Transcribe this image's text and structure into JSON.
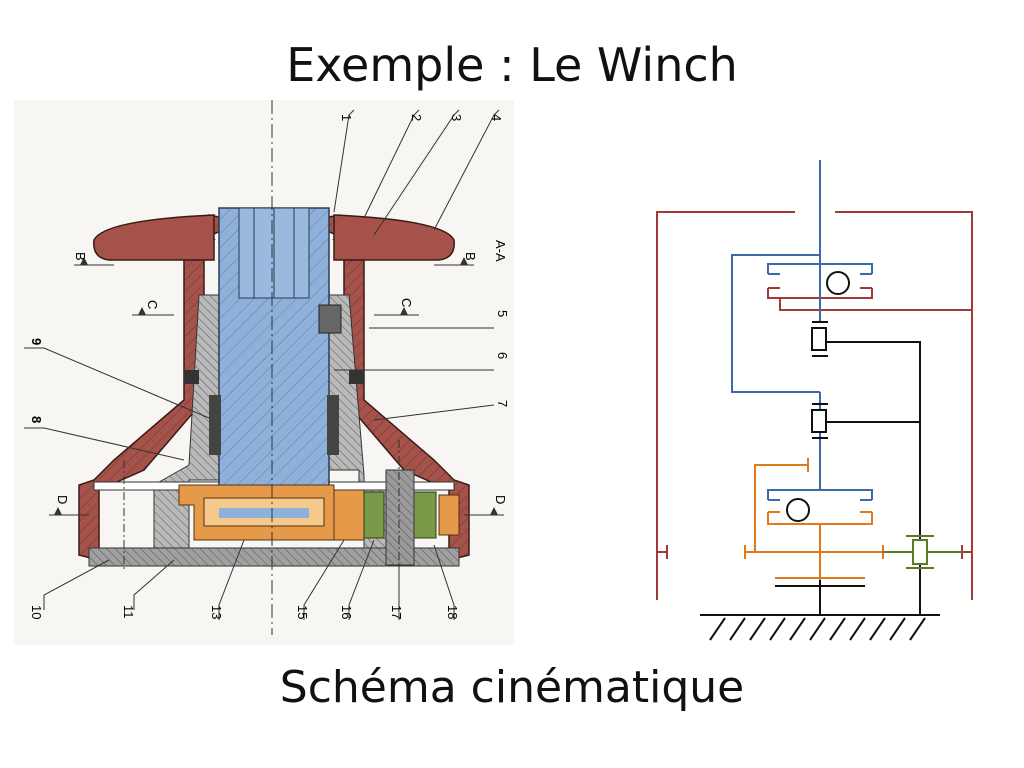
{
  "title": "Exemple : Le Winch",
  "subtitle": "Schéma cinématique",
  "drawing": {
    "section_label": "A-A",
    "section_marks": [
      "B",
      "B",
      "C",
      "C",
      "D",
      "D"
    ],
    "part_numbers_top": [
      "1",
      "2",
      "3",
      "4"
    ],
    "part_numbers_right": [
      "5",
      "6",
      "7"
    ],
    "part_numbers_left": [
      "9",
      "8"
    ],
    "part_numbers_bottom": [
      "10",
      "11",
      "13",
      "15",
      "16",
      "17",
      "18"
    ]
  },
  "colors": {
    "drum": "#a5524a",
    "shaft": "#8fb0d9",
    "gear_orange": "#e59a4a",
    "gear_green": "#7a9a4a",
    "frame_red": "#a33a3a",
    "link_blue": "#3c6aa8",
    "link_orange": "#e07a1a",
    "link_green": "#5a7a2a"
  }
}
